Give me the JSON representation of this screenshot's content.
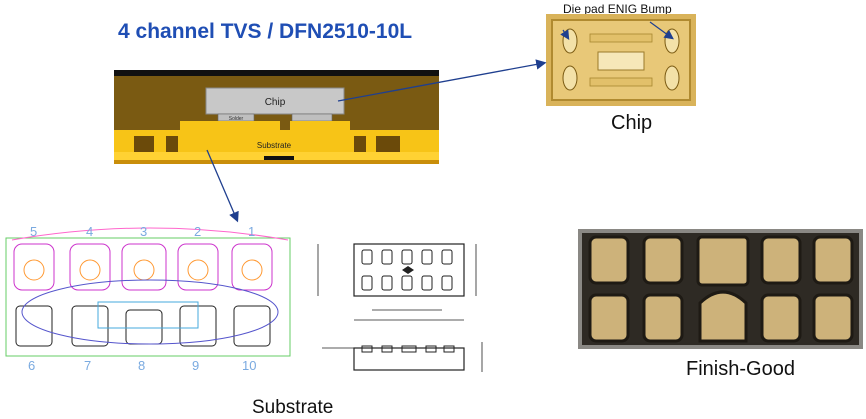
{
  "title": "4 channel TVS / DFN2510-10L",
  "cross_section": {
    "chip_label": "Chip",
    "solder_label": "Solder",
    "substrate_label": "Substrate"
  },
  "chip_photo": {
    "annotation": "Die pad ENIG Bump",
    "caption": "Chip"
  },
  "substrate": {
    "caption": "Substrate",
    "pin_numbers_top": [
      "5",
      "4",
      "3",
      "2",
      "1"
    ],
    "pin_numbers_bottom": [
      "6",
      "7",
      "8",
      "9",
      "10"
    ]
  },
  "finish_good": {
    "caption": "Finish-Good"
  },
  "colors": {
    "title": "#1f4eb4",
    "arrow": "#1f3f8f",
    "mold": "#7a5a12",
    "substrate_gold": "#f7c417"
  }
}
